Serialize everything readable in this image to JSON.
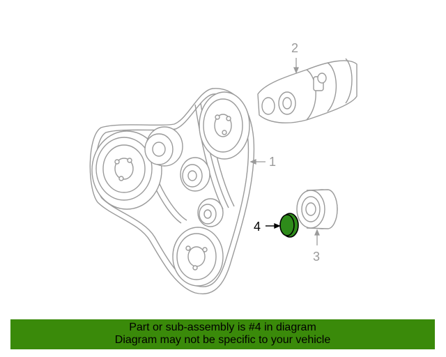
{
  "callouts": {
    "belt": "1",
    "tensioner": "2",
    "idler_pulley": "3",
    "dust_cap": "4"
  },
  "colors": {
    "highlight": "#2e8b1a",
    "line": "#9a9a9a",
    "banner": "#3a8a0a"
  },
  "banner": {
    "line1": "Part or sub-assembly is #4 in diagram",
    "line2": "Diagram may not be specific to your vehicle"
  }
}
